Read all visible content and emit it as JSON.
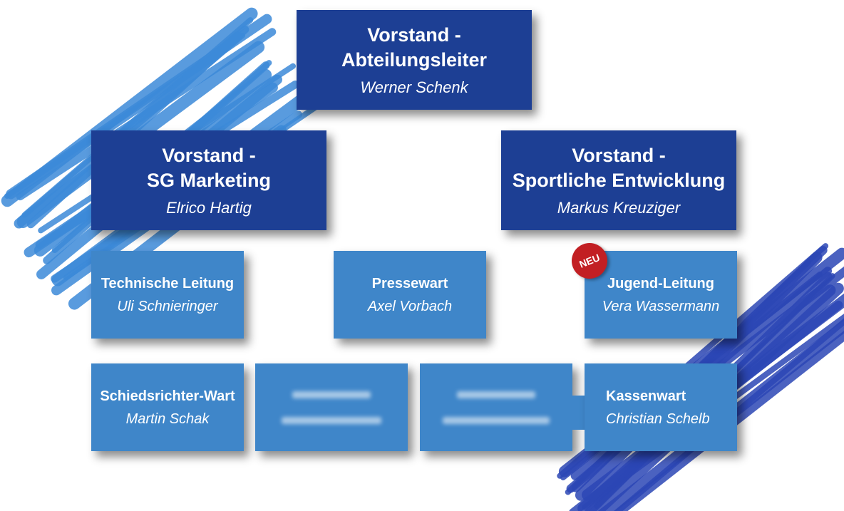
{
  "colors": {
    "dark_box": "#1d3f94",
    "light_box": "#3f86c9",
    "brush_light": "#3c8ad8",
    "brush_dark": "#2b46b5",
    "badge": "#c21f23"
  },
  "board": {
    "chair": {
      "title_line1": "Vorstand -",
      "title_line2": "Abteilungsleiter",
      "name": "Werner Schenk"
    },
    "marketing": {
      "title_line1": "Vorstand -",
      "title_line2": "SG Marketing",
      "name": "Elrico Hartig"
    },
    "sport": {
      "title_line1": "Vorstand -",
      "title_line2": "Sportliche Entwicklung",
      "name": "Markus Kreuziger"
    }
  },
  "roles": {
    "technical": {
      "title": "Technische Leitung",
      "name": "Uli Schnieringer"
    },
    "press": {
      "title": "Pressewart",
      "name": "Axel Vorbach"
    },
    "youth": {
      "title": "Jugend-Leitung",
      "name": "Vera Wassermann",
      "badge": "NEU"
    },
    "referee": {
      "title": "Schiedsrichter-Wart",
      "name": "Martin Schak"
    },
    "treasurer": {
      "title": "Kassenwart",
      "name": "Christian Schelb"
    }
  }
}
